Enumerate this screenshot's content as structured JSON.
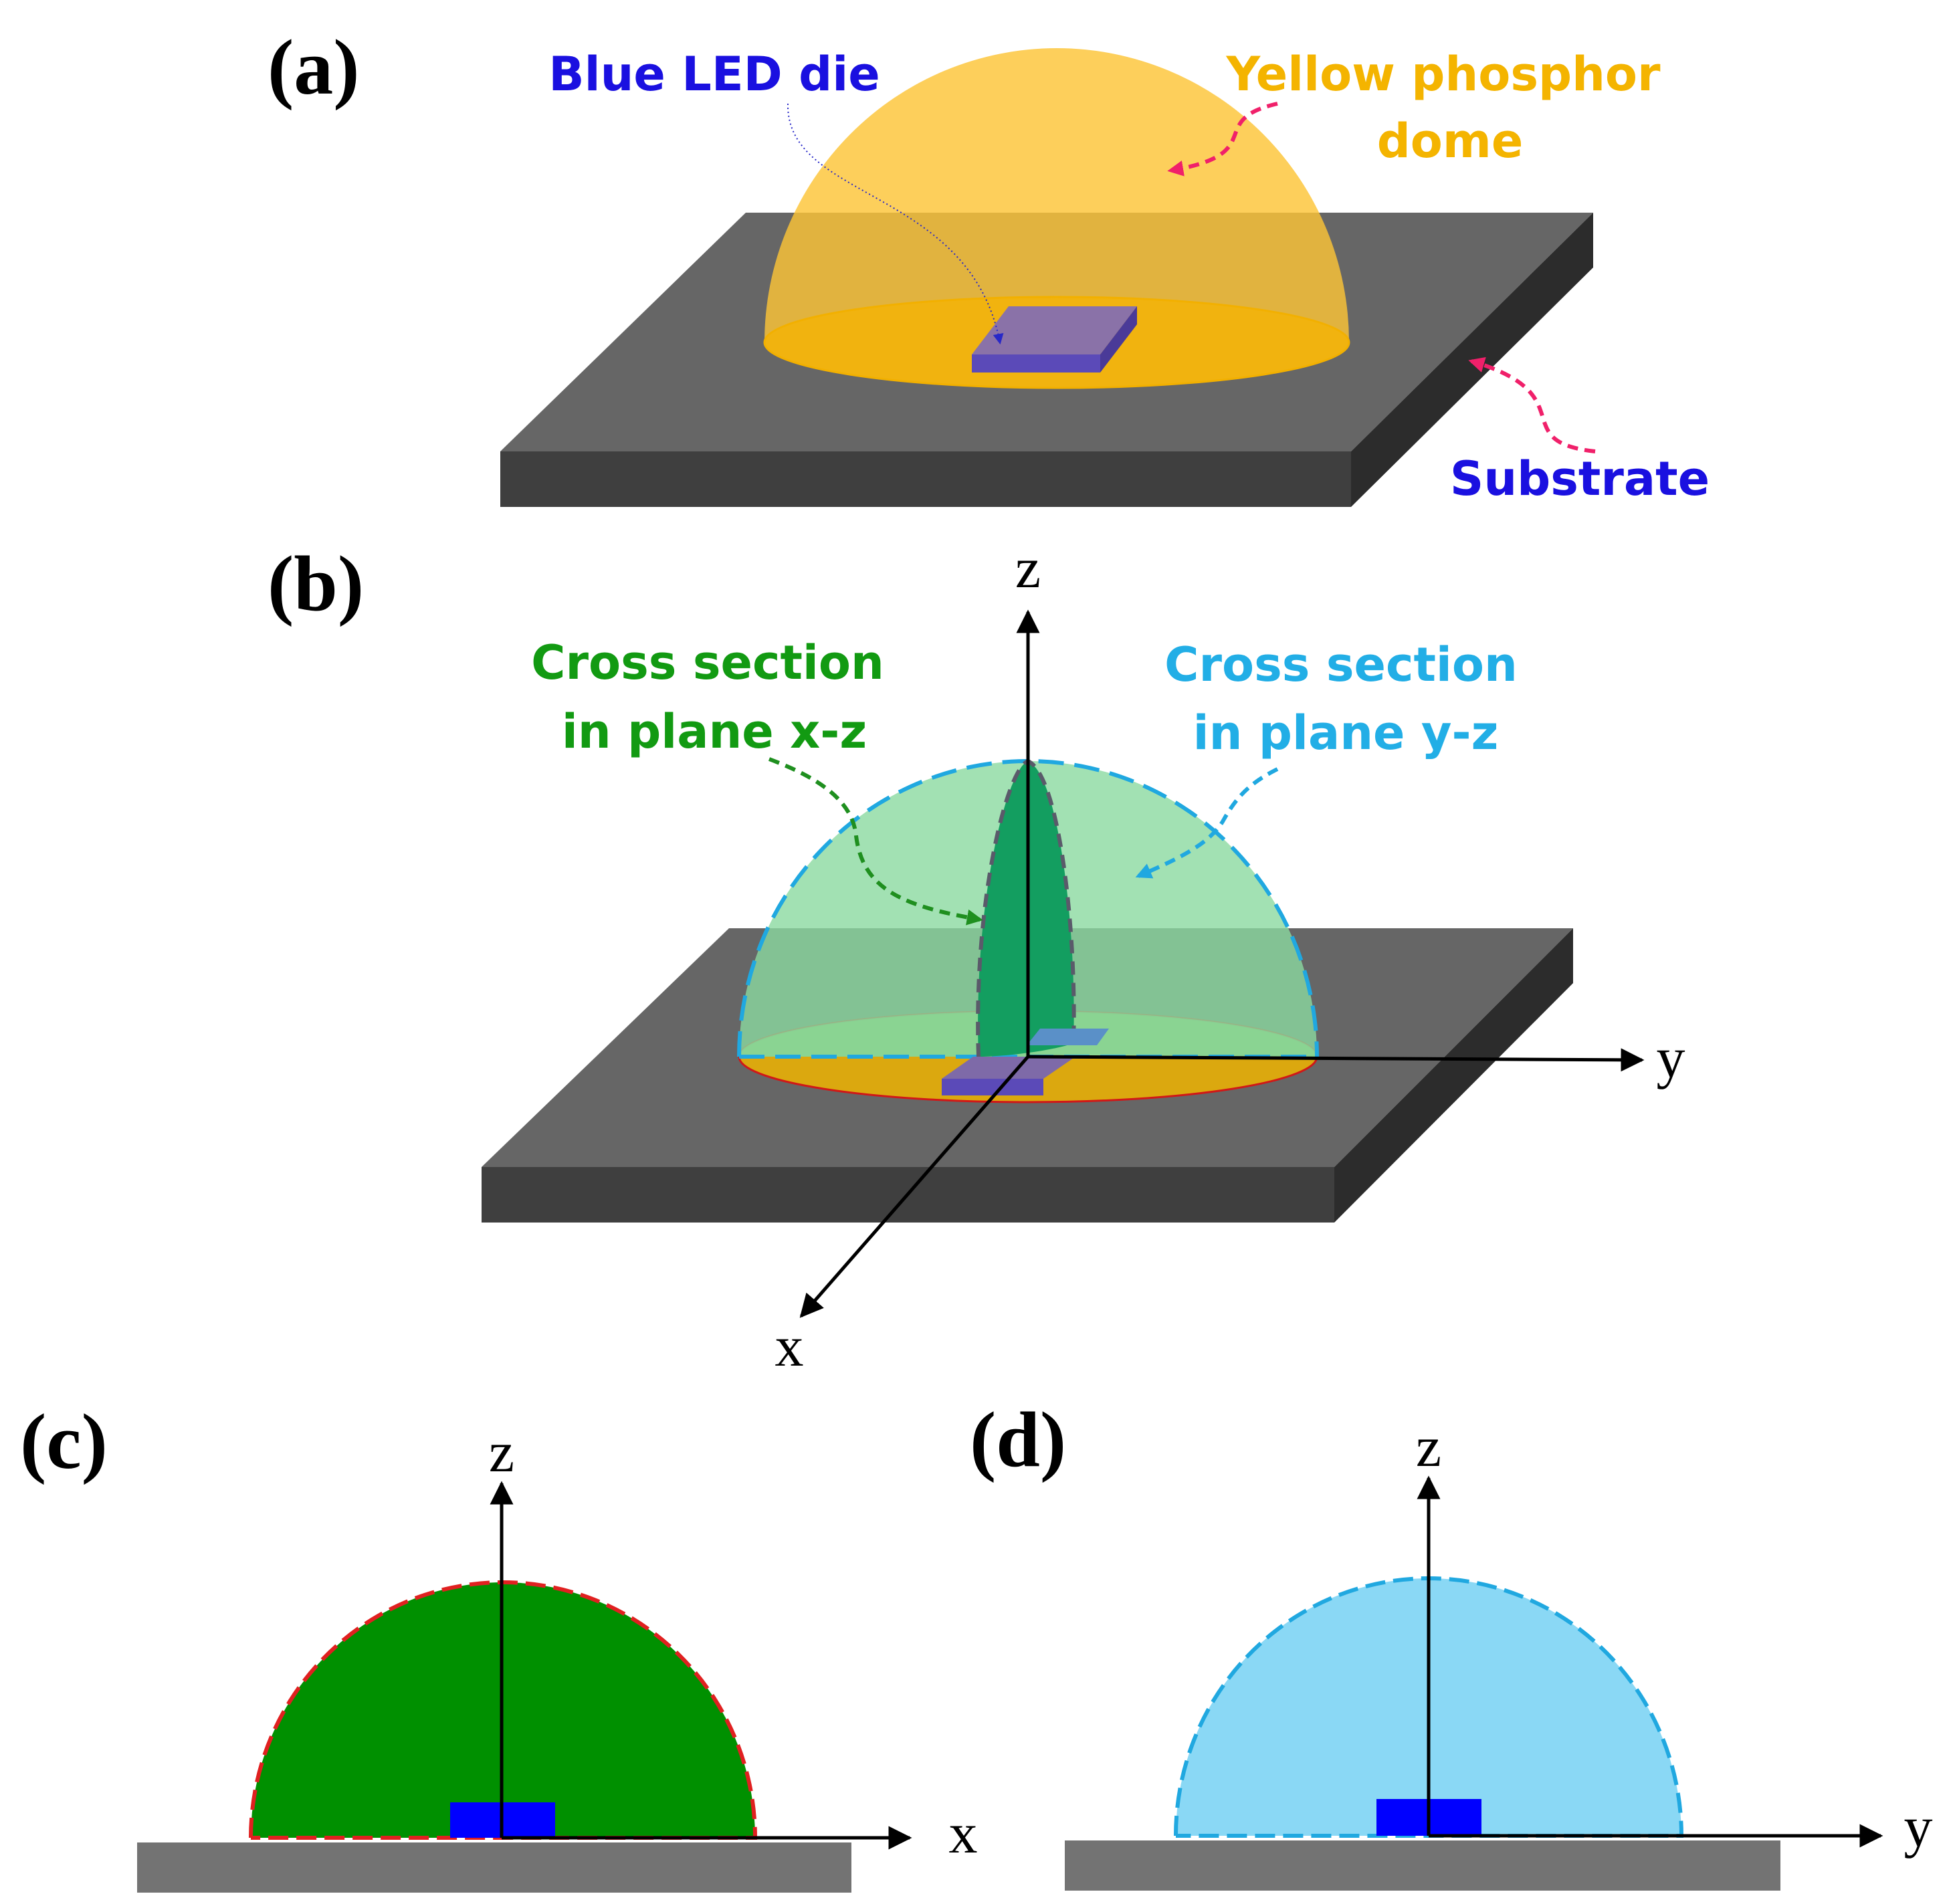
{
  "panels": {
    "a": {
      "label": "(a)",
      "callouts": {
        "die": "Blue LED die",
        "dome_line1": "Yellow phosphor",
        "dome_line2": "dome",
        "substrate": "Substrate"
      }
    },
    "b": {
      "label": "(b)",
      "axes": {
        "x": "x",
        "y": "y",
        "z": "z"
      },
      "callouts": {
        "xz_line1": "Cross section",
        "xz_line2": "in plane x-z",
        "yz_line1": "Cross section",
        "yz_line2": "in plane y-z"
      }
    },
    "c": {
      "label": "(c)",
      "axes": {
        "horizontal": "x",
        "vertical": "z"
      }
    },
    "d": {
      "label": "(d)",
      "axes": {
        "horizontal": "y",
        "vertical": "z"
      }
    }
  },
  "colors": {
    "substrate_top": "#666666",
    "substrate_front": "#3f3f3f",
    "substrate_side": "#2f2f2f",
    "phosphor_dome": "#fcc537",
    "led_die": "#6a5ac8",
    "xz_section": "#009000",
    "yz_section": "#8ad8f5",
    "die_2d": "#0000ff",
    "substrate_2d": "#737373",
    "label_blue": "#1a10e0",
    "label_yellow": "#f4b400",
    "label_green": "#129a12",
    "label_cyan": "#22aee6",
    "arrow_pink": "#f0206a",
    "dash_red": "#e02020",
    "dash_cyan": "#20a8e0"
  }
}
